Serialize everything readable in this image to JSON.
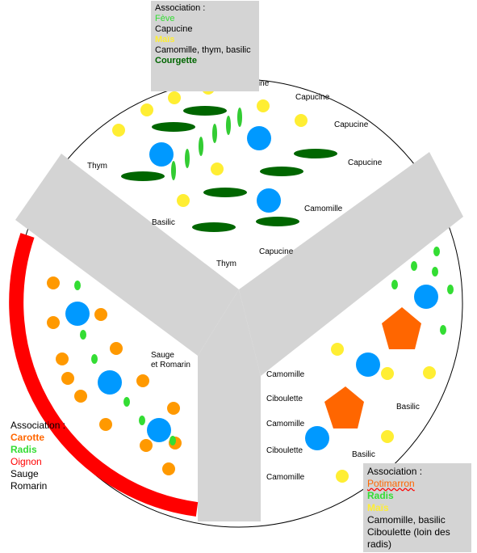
{
  "colors": {
    "feve": "#33dd33",
    "capucine_flower": "#ffee33",
    "courgette": "#006600",
    "bed_gray": "#d4d4d4",
    "potimarron": "#ff6600",
    "carotte": "#ff9900",
    "radis": "#33dd33",
    "oignon": "#ff0000",
    "blue_herb": "#0099ff"
  },
  "top_box": {
    "heading": "Association :",
    "items": [
      {
        "text": "Fève",
        "color": "#33dd33",
        "bold": false
      },
      {
        "text": "Capucine",
        "color": "#000000",
        "bold": false
      },
      {
        "text": "Maïs",
        "color": "#ffee33",
        "bold": true
      },
      {
        "text": "Camomille, thym, basilic",
        "color": "#000000",
        "bold": false
      },
      {
        "text": "Courgette",
        "color": "#006600",
        "bold": true
      }
    ]
  },
  "left_box": {
    "heading": "Association :",
    "items": [
      {
        "text": "Carotte",
        "color": "#ff6600",
        "bold": true
      },
      {
        "text": "Radis",
        "color": "#33dd33",
        "bold": true
      },
      {
        "text": "Oignon",
        "color": "#ff0000",
        "bold": false
      },
      {
        "text": "Sauge",
        "color": "#000000",
        "bold": false
      },
      {
        "text": "Romarin",
        "color": "#000000",
        "bold": false
      }
    ]
  },
  "right_box": {
    "heading": "Association :",
    "items": [
      {
        "text": "Potimarron",
        "color": "#ff6600",
        "bold": false,
        "underline": true
      },
      {
        "text": "Radis",
        "color": "#33dd33",
        "bold": true
      },
      {
        "text": "Maïs",
        "color": "#ffee33",
        "bold": true
      },
      {
        "text": "Camomille, basilic",
        "color": "#000000",
        "bold": false
      },
      {
        "text": "Ciboulette (loin des radis)",
        "color": "#000000",
        "bold": false
      }
    ]
  },
  "plant_labels": {
    "capucine_1": "Capucine",
    "capucine_2": "Capucine",
    "capucine_3": "Capucine",
    "capucine_4": "Capucine",
    "capucine_5": "Capucine",
    "thym_1": "Thym",
    "thym_2": "Thym",
    "basilic_1": "Basilic",
    "camomille_1": "Camomille",
    "sauge_line1": "Sauge",
    "sauge_line2": "et Romarin",
    "camomille_2": "Camomille",
    "ciboulette_1": "Ciboulette",
    "camomille_3": "Camomille",
    "ciboulette_2": "Ciboulette",
    "camomille_4": "Camomille",
    "basilic_2": "Basilic",
    "basilic_3": "Basilic"
  }
}
